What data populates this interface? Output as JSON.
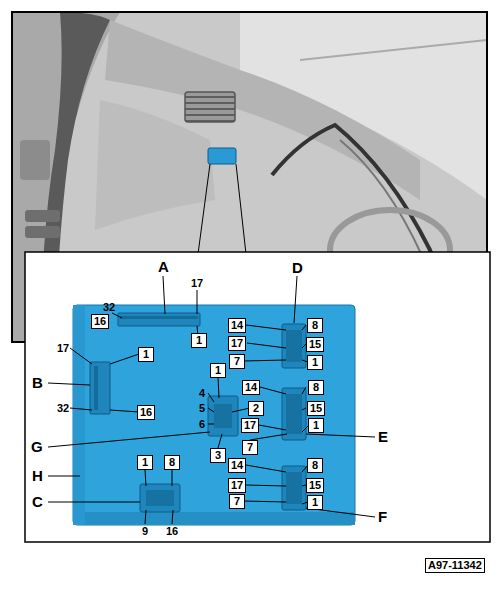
{
  "diagram": {
    "nodes": [
      {
        "text": [
          "16"
        ]
      },
      {
        "text": [
          "14"
        ]
      },
      {
        "text": [
          "8"
        ]
      },
      {
        "text": [
          "1"
        ]
      },
      {
        "text": [
          "17"
        ]
      },
      {
        "text": [
          "15"
        ]
      },
      {
        "text": [
          "1"
        ]
      },
      {
        "text": [
          "7"
        ]
      },
      {
        "text": [
          "1"
        ]
      },
      {
        "text": [
          "1"
        ]
      },
      {
        "text": [
          "14"
        ]
      },
      {
        "text": [
          "8"
        ]
      },
      {
        "text": [
          "2"
        ]
      },
      {
        "text": [
          "15"
        ]
      },
      {
        "text": [
          "16"
        ]
      },
      {
        "text": [
          "17"
        ]
      },
      {
        "text": [
          "1"
        ]
      },
      {
        "text": [
          "7"
        ]
      },
      {
        "text": [
          "3"
        ]
      },
      {
        "text": [
          "1"
        ]
      },
      {
        "text": [
          "8"
        ]
      },
      {
        "text": [
          "14"
        ]
      },
      {
        "text": [
          "8"
        ]
      },
      {
        "text": [
          "17"
        ]
      },
      {
        "text": [
          "15"
        ]
      },
      {
        "text": [
          "7"
        ]
      },
      {
        "text": [
          "1"
        ]
      },
      {
        "text": [
          "A97-11342"
        ]
      }
    ],
    "labels": [
      "A",
      "32",
      "17",
      "D",
      "17",
      "B",
      "32",
      "4",
      "5",
      "6",
      "E",
      "G",
      "H",
      "C",
      "F",
      "9",
      "16"
    ]
  }
}
